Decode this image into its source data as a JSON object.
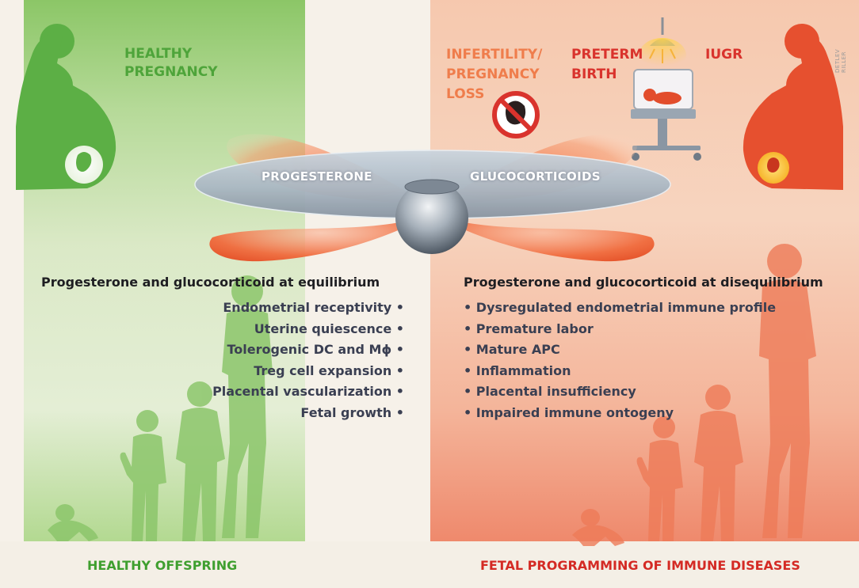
{
  "left": {
    "title_line1": "HEALTHY",
    "title_line2": "PREGNANCY",
    "heading": "Progesterone and glucocorticoid at equilibrium",
    "items": [
      "Endometrial receptivity •",
      "Uterine quiescence •",
      "Tolerogenic DC and Mϕ •",
      "Treg cell expansion •",
      "Placental vascularization •",
      "Fetal growth •"
    ],
    "footer": "HEALTHY OFFSPRING"
  },
  "right": {
    "infertility_line1": "INFERTILITY/",
    "infertility_line2": "PREGNANCY",
    "infertility_line3": "LOSS",
    "preterm_line1": "PRETERM",
    "preterm_line2": "BIRTH",
    "iugr": "IUGR",
    "heading": "Progesterone and glucocorticoid at disequilibrium",
    "items": [
      "• Dysregulated endometrial immune profile",
      "• Premature labor",
      "• Mature APC",
      "• Inflammation",
      "• Placental insufficiency",
      "• Impaired immune ontogeny"
    ],
    "footer": "FETAL PROGRAMMING OF IMMUNE DISEASES"
  },
  "balance": {
    "left_label": "PROGESTERONE",
    "right_label": "GLUCOCORTICOIDS"
  },
  "credit": "DETLEV RILLER",
  "icons": [
    "pregnant-woman-icon",
    "fetus-icon",
    "no-fetus-icon",
    "incubator-icon",
    "heat-lamp-icon",
    "baby-icon",
    "crawling-baby-icon",
    "child-icon",
    "adult-icon"
  ],
  "colors": {
    "healthy_green": "#4ea43a",
    "disease_red": "#d9332d",
    "infertility_orange": "#ef7d4c",
    "text_dark": "#1e1e22",
    "text_items": "#3a3f52"
  }
}
